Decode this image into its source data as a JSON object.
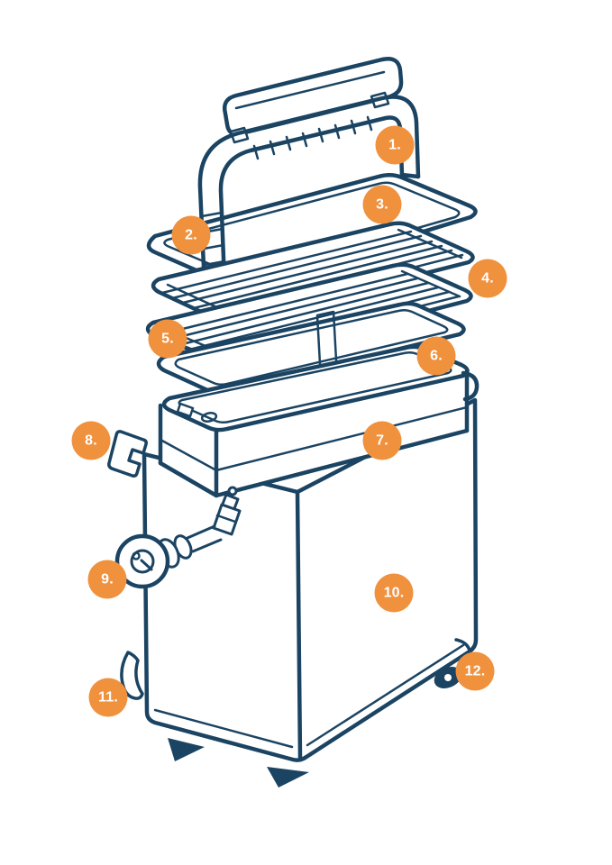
{
  "diagram": {
    "colors": {
      "line": "#1B4463",
      "badge": "#F0913E",
      "badge_text": "#FFFFFF",
      "background": "#FFFFFF"
    },
    "callouts": [
      {
        "label": "1."
      },
      {
        "label": "2."
      },
      {
        "label": "3."
      },
      {
        "label": "4."
      },
      {
        "label": "5."
      },
      {
        "label": "6."
      },
      {
        "label": "7."
      },
      {
        "label": "8."
      },
      {
        "label": "9."
      },
      {
        "label": "10."
      },
      {
        "label": "11."
      },
      {
        "label": "12."
      }
    ]
  }
}
